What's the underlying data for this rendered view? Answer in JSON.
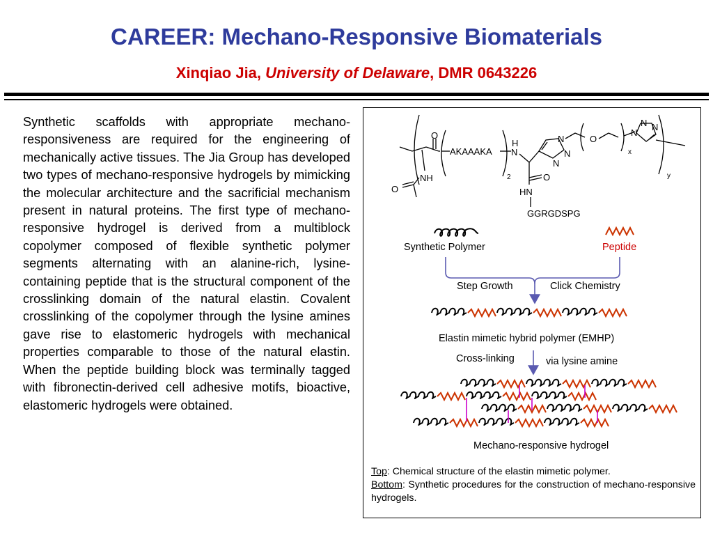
{
  "header": {
    "title": "CAREER: Mechano-Responsive Biomaterials",
    "author": "Xinqiao Jia,",
    "institution": "University of Delaware",
    "award": ", DMR 0643226"
  },
  "body_text": "Synthetic scaffolds with appropriate mechano-responsiveness are required for the engineering of mechanically active tissues. The Jia Group has developed two types of mechano-responsive hydrogels by mimicking the molecular architecture and the sacrificial mechanism present in natural proteins.  The first type of mechano-responsive hydrogel is derived from a multiblock copolymer composed of flexible synthetic polymer segments alternating with an alanine-rich, lysine-containing peptide that is the structural component of the crosslinking domain of the natural elastin.  Covalent crosslinking of the copolymer through the lysine amines gave rise to elastomeric hydrogels with mechanical properties comparable to those of the natural elastin.  When the peptide building block was terminally tagged with fibronectin-derived cell adhesive motifs, bioactive, elastomeric hydrogels were obtained.",
  "figure": {
    "structure": {
      "o1": "O",
      "nh1": "NH",
      "o2": "O",
      "akaaaka": "AKAAAKA",
      "h": "H",
      "n1": "N",
      "sub2": "2",
      "tri_n1": "N",
      "tri_n2": "N",
      "tri_n3": "N",
      "o3": "O",
      "hn": "HN",
      "ggrgdspg": "GGRGDSPG",
      "o_ether": "O",
      "sub_x": "x",
      "tri2_n1": "N",
      "tri2_n2": "N",
      "tri2_n3": "N",
      "sub_y": "y"
    },
    "synthetic_polymer_label": "Synthetic Polymer",
    "peptide_label": "Peptide",
    "step_growth_label": "Step Growth",
    "click_chemistry_label": "Click Chemistry",
    "emhp_label": "Elastin mimetic hybrid polymer (EMHP)",
    "crosslinking_label": "Cross-linking",
    "via_lysine_label": "via lysine amine",
    "hydrogel_label": "Mechano-responsive hydrogel",
    "caption": {
      "top_label": "Top",
      "top_text": ": Chemical structure of the elastin mimetic polymer.",
      "bottom_label": "Bottom",
      "bottom_text": ": Synthetic procedures for the construction of mechano-responsive hydrogels."
    },
    "colors": {
      "polymer": "#000000",
      "peptide": "#cc3300",
      "peptide_label": "#cc0000",
      "arrow": "#5a5ab0",
      "crosslink": "#cc00cc"
    }
  }
}
